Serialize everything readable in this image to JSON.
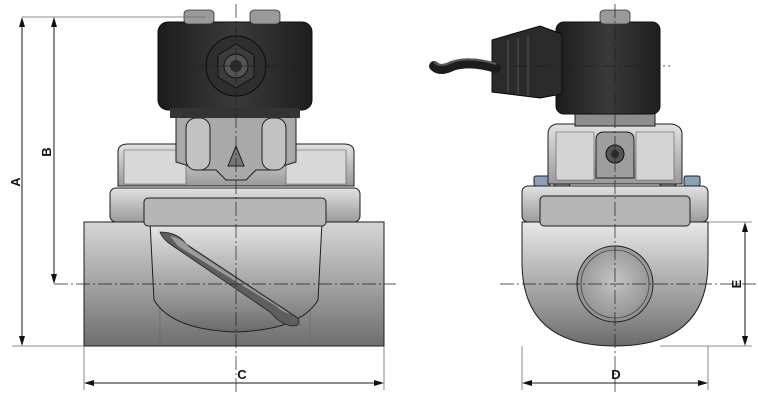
{
  "dimensions": {
    "A": "A",
    "B": "B",
    "C": "C",
    "D": "D",
    "E": "E"
  },
  "colors": {
    "coil": "#2a2a2a",
    "body": "#8c8c8c",
    "body_light": "#c8c8c8",
    "bolt": "#8aa0b8"
  }
}
